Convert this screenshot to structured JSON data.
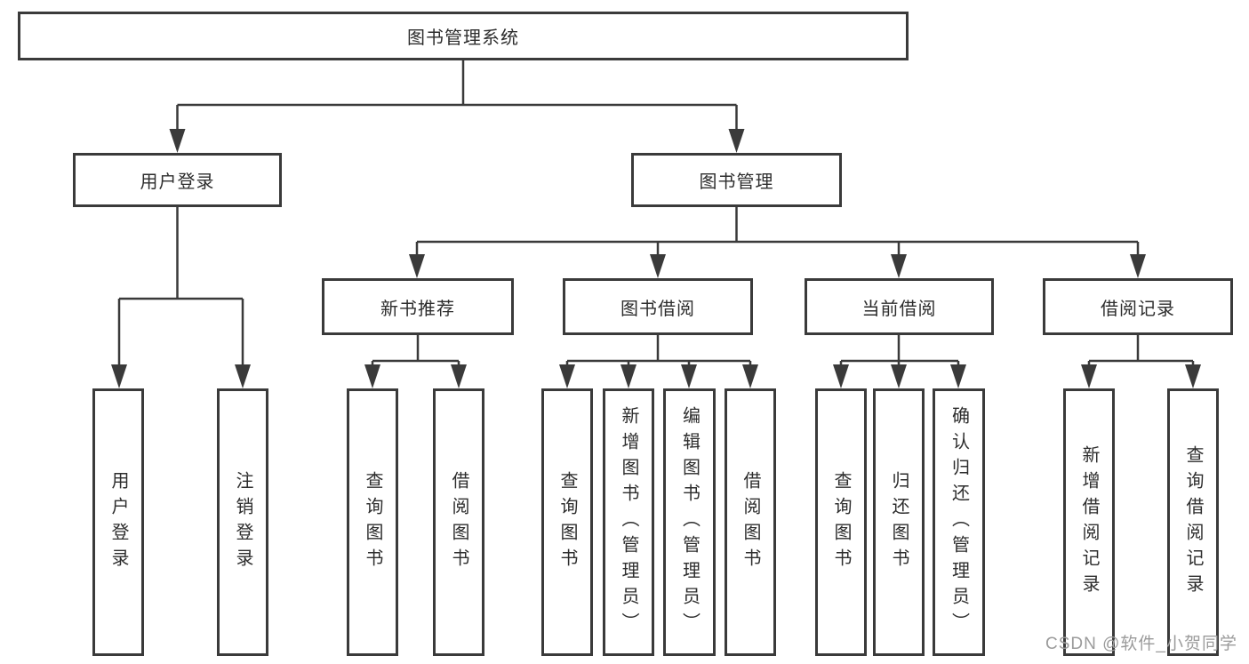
{
  "diagram": {
    "root": {
      "label": "图书管理系统"
    },
    "level2": {
      "user_login": {
        "label": "用户登录"
      },
      "book_mgmt": {
        "label": "图书管理"
      }
    },
    "level3": {
      "new_book_rec": {
        "label": "新书推荐"
      },
      "book_borrow": {
        "label": "图书借阅"
      },
      "current_borrow": {
        "label": "当前借阅"
      },
      "borrow_record": {
        "label": "借阅记录"
      }
    },
    "leaves": {
      "user_login": "用户登录",
      "logout": "注销登录",
      "rec_query_book": "查询图书",
      "rec_borrow_book": "借阅图书",
      "bb_query_book": "查询图书",
      "bb_add_book": "新增图书（管理员）",
      "bb_edit_book": "编辑图书（管理员）",
      "bb_borrow_book": "借阅图书",
      "cb_query_book": "查询图书",
      "cb_return_book": "归还图书",
      "cb_confirm_return": "确认归还（管理员）",
      "br_add_record": "新增借阅记录",
      "br_query_record": "查询借阅记录"
    }
  },
  "watermark": {
    "text": "CSDN @软件_小贺同学"
  },
  "colors": {
    "line": "#3a3a3a",
    "text": "#2d2d2d",
    "watermark": "#9b9b9b",
    "background": "#ffffff"
  }
}
